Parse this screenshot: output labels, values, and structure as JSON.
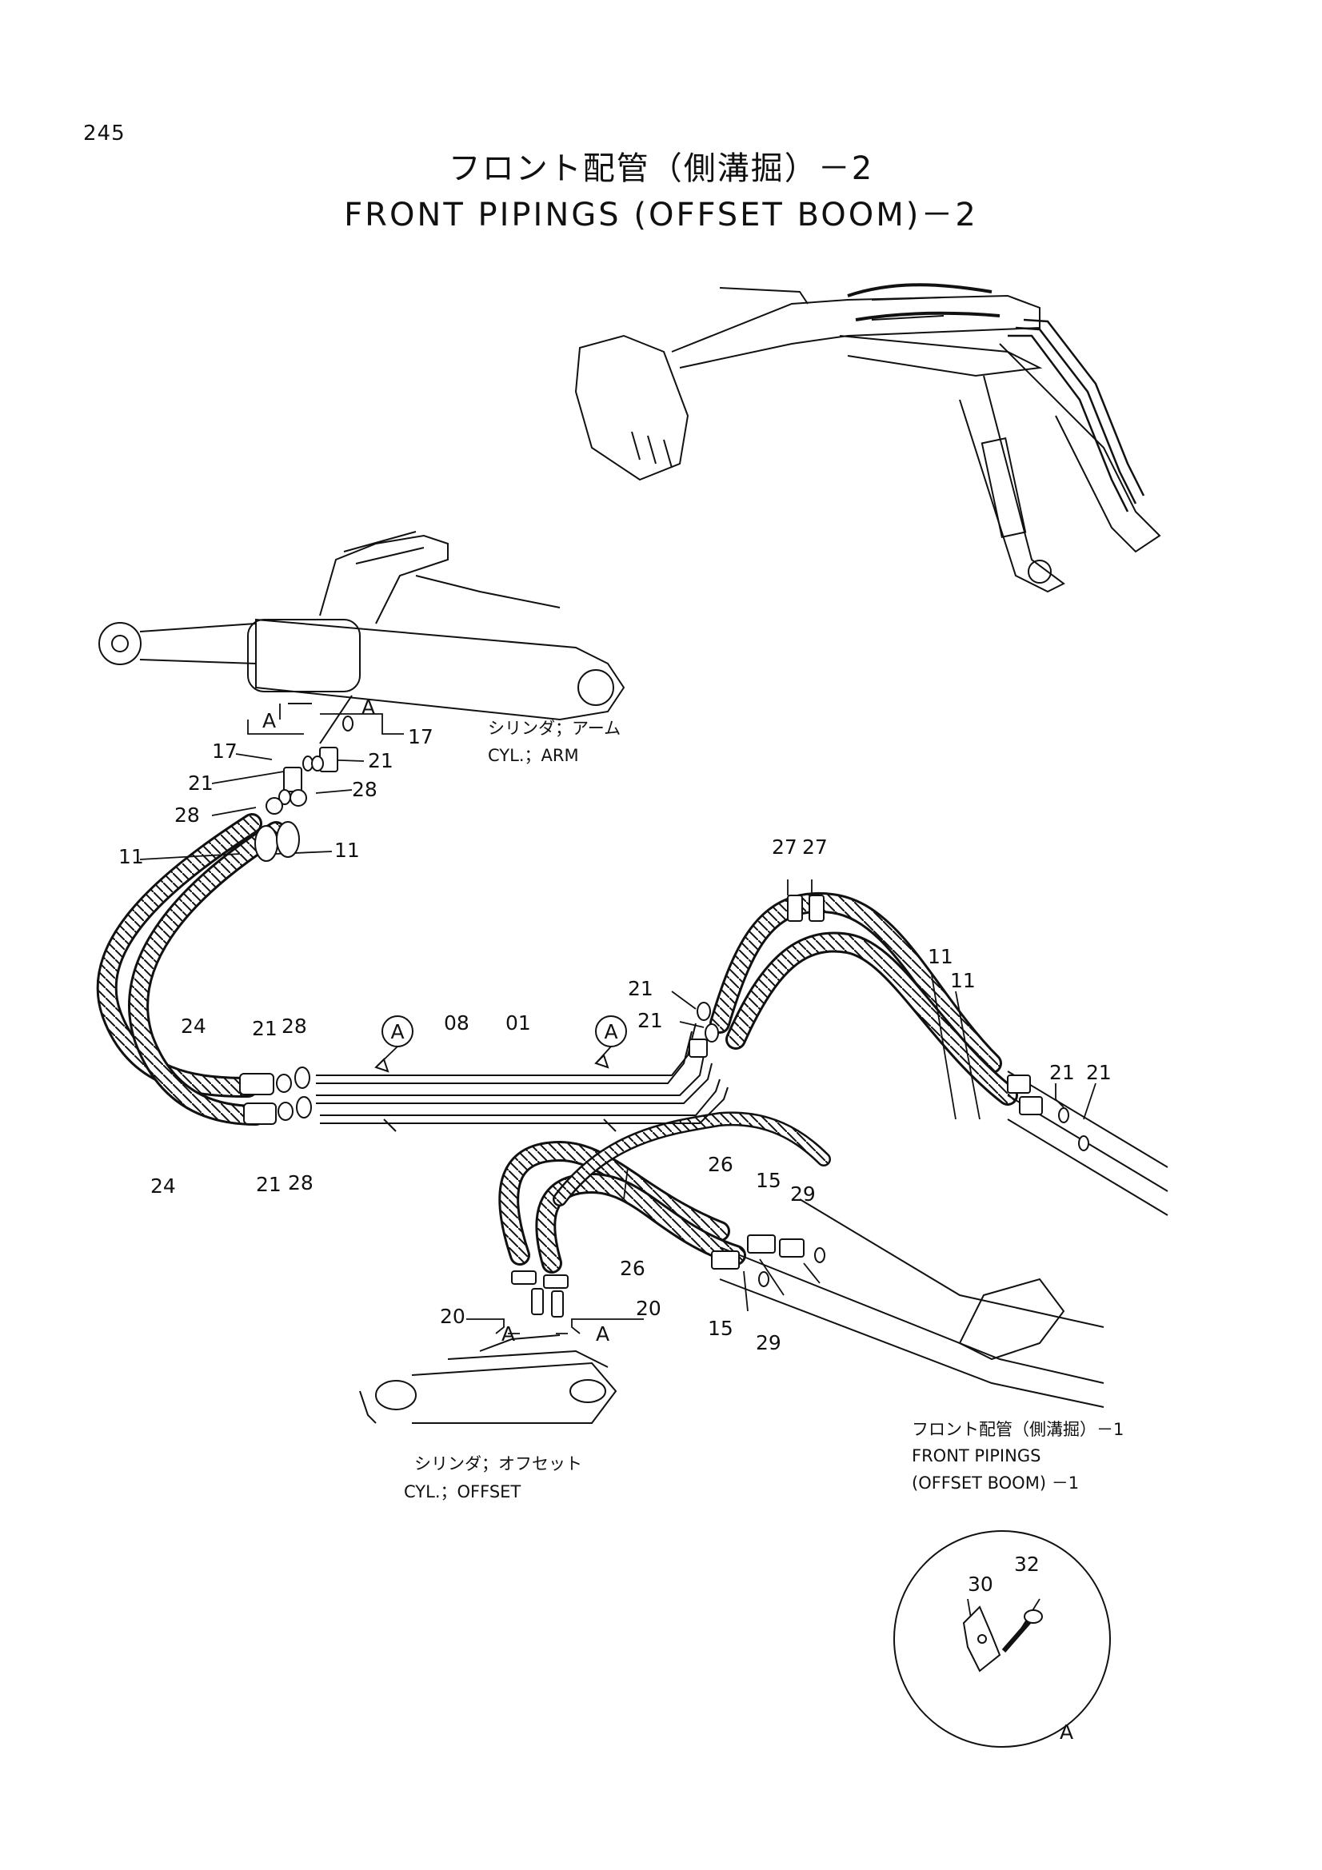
{
  "page_number": "245",
  "title_jp": "フロント配管（側溝掘）－2",
  "title_en": "FRONT PIPINGS (OFFSET BOOM)－2",
  "captions": {
    "arm_jp": "シリンダ；アーム",
    "arm_en": "CYL.；ARM",
    "offset_jp": "シリンダ；オフセット",
    "offset_en": "CYL.；OFFSET",
    "ref_jp": "フロント配管（側溝掘）－1",
    "ref_en1": "FRONT PIPINGS",
    "ref_en2": "(OFFSET BOOM) －1"
  },
  "detail_marker": "A",
  "part_labels": {
    "p01": "01",
    "p08": "08",
    "p11": "11",
    "p15": "15",
    "p17": "17",
    "p20": "20",
    "p21": "21",
    "p24": "24",
    "p26": "26",
    "p27": "27",
    "p28": "28",
    "p29": "29",
    "p30": "30",
    "p32": "32"
  }
}
